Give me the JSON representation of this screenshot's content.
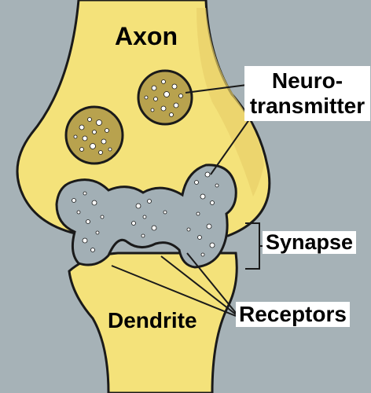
{
  "colors": {
    "background": "#a6b2b7",
    "neuron_fill": "#f4e27a",
    "neuron_shade": "#ead46c",
    "vesicle_fill": "#b8a24e",
    "vesicle_dots": "#ffffff",
    "cleft_fill": "#a2afb5",
    "outline": "#1a1a1a"
  },
  "labels": {
    "axon": "Axon",
    "neurotransmitter_line1": "Neuro-",
    "neurotransmitter_line2": "transmitter",
    "synapse": "Synapse",
    "dendrite": "Dendrite",
    "receptors": "Receptors"
  }
}
